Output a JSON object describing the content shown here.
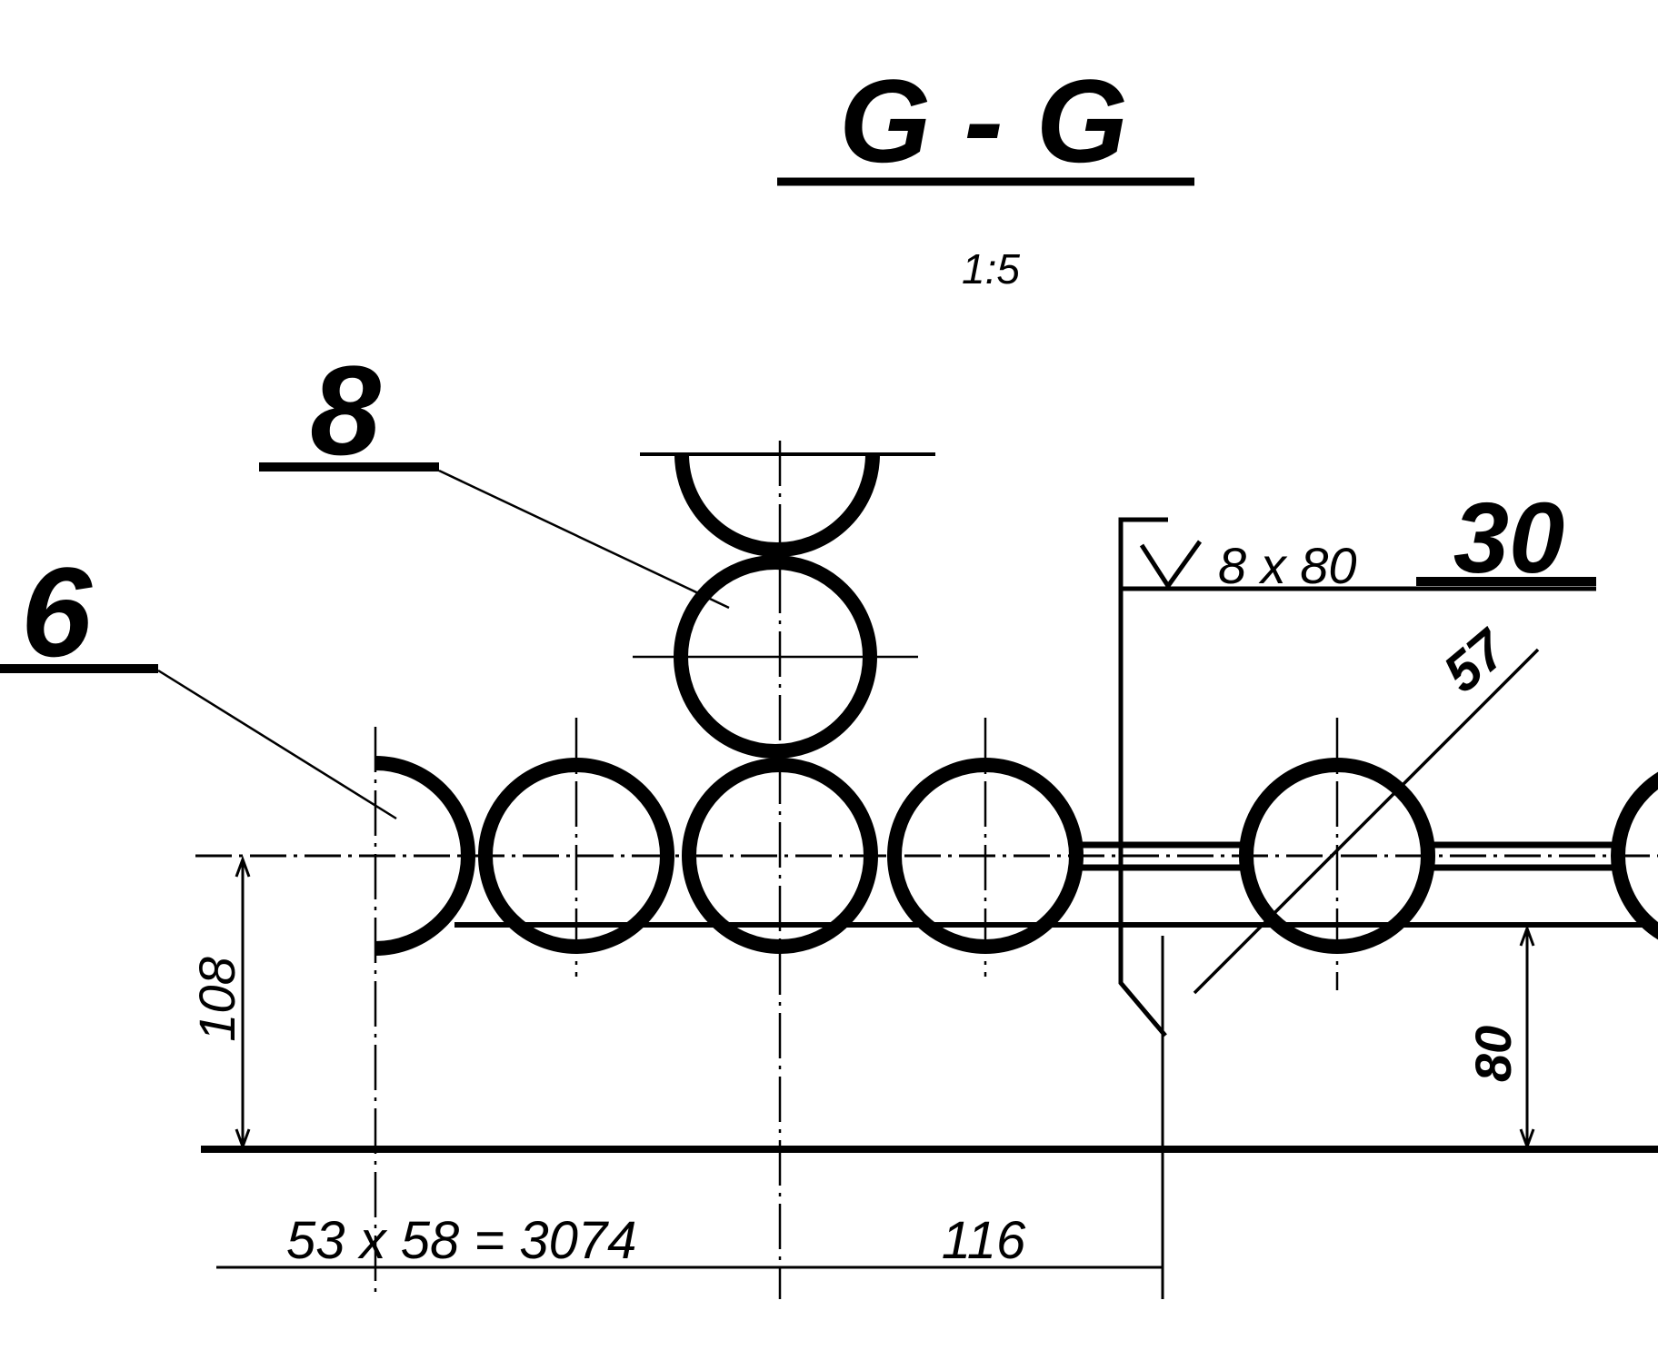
{
  "section": {
    "title": "G - G",
    "scale": "1:5"
  },
  "callouts": [
    {
      "label": "8"
    },
    {
      "label": "6"
    },
    {
      "label": "30"
    }
  ],
  "weld": {
    "symbol": "V",
    "spec": "8 x 80"
  },
  "dimensions": {
    "diameter": "57",
    "height_left": "108",
    "height_right": "80",
    "pitch_total": "53 x 58 = 3074",
    "offset": "116"
  }
}
